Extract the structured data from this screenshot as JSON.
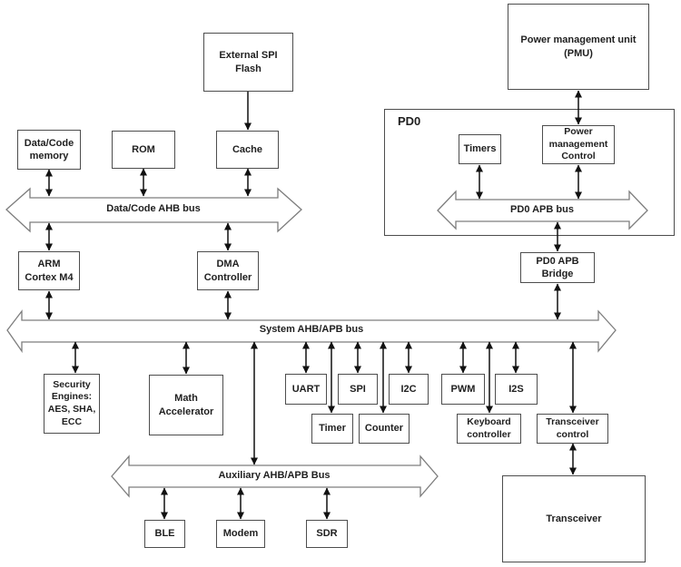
{
  "title": "SoC block diagram",
  "colors": {
    "background": "#ffffff",
    "box_border": "#4d4d4d",
    "bus_outline": "#7d7d7d",
    "arrow": "#111111",
    "text": "#1f1f1f"
  },
  "nodes": {
    "external_spi_flash": "External SPI\nFlash",
    "pmu": "Power management unit\n(PMU)",
    "data_code_memory": "Data/Code\nmemory",
    "rom": "ROM",
    "cache": "Cache",
    "pd0": "PD0",
    "timers": "Timers",
    "power_mgmt_control": "Power\nmanagement\nControl",
    "arm": "ARM\nCortex M4",
    "dma": "DMA\nController",
    "pd0_apb_bridge": "PD0 APB\nBridge",
    "security_engines": "Security\nEngines:\nAES, SHA,\nECC",
    "math_accelerator": "Math\nAccelerator",
    "uart": "UART",
    "spi": "SPI",
    "i2c": "I2C",
    "pwm": "PWM",
    "i2s": "I2S",
    "timer": "Timer",
    "counter": "Counter",
    "keyboard_controller": "Keyboard\ncontroller",
    "transceiver_control": "Transceiver\ncontrol",
    "ble": "BLE",
    "modem": "Modem",
    "sdr": "SDR",
    "transceiver": "Transceiver"
  },
  "buses": {
    "data_code": "Data/Code AHB bus",
    "system": "System AHB/APB bus",
    "pd0_apb": "PD0 APB bus",
    "auxiliary": "Auxiliary AHB/APB Bus"
  }
}
